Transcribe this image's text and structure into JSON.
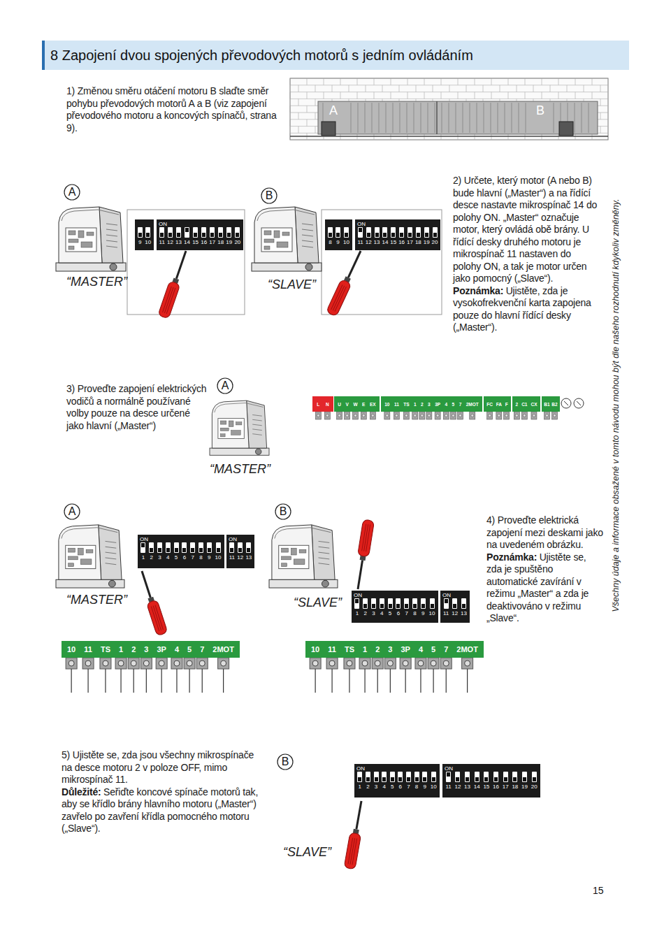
{
  "diagram": {
    "title": "8 Zapojení dvou spojených převodových motorů s jedním ovládáním",
    "nodes": [
      {
        "text": [
          "A"
        ]
      },
      {
        "text": [
          "9",
          "10"
        ]
      },
      {
        "text": [
          "ON",
          "11",
          "12",
          "13",
          "14",
          "15",
          "16",
          "17",
          "18",
          "19",
          "20"
        ]
      },
      {
        "text": [
          "B"
        ]
      },
      {
        "text": [
          "8",
          "9",
          "10"
        ]
      },
      {
        "text": [
          "ON",
          "11",
          "12",
          "13",
          "14",
          "15",
          "16",
          "17",
          "18",
          "19",
          "20"
        ]
      },
      {
        "text": [
          "A"
        ]
      },
      {
        "text": [
          "L",
          "N"
        ]
      },
      {
        "text": [
          "U",
          "V",
          "W",
          "E",
          "EX"
        ]
      },
      {
        "text": [
          "10",
          "11",
          "TS",
          "1",
          "2",
          "3",
          "3P",
          "4",
          "5",
          "7",
          "2MOT"
        ]
      },
      {
        "text": [
          "FC",
          "FA",
          "F"
        ]
      },
      {
        "text": [
          "2",
          "C1",
          "CX"
        ]
      },
      {
        "text": [
          "B1",
          "B2"
        ]
      },
      {
        "text": [
          "A"
        ]
      },
      {
        "text": [
          "ON",
          "1",
          "2",
          "3",
          "4",
          "5",
          "6",
          "7",
          "8",
          "9",
          "10"
        ]
      },
      {
        "text": [
          "ON",
          "11",
          "12",
          "13"
        ]
      },
      {
        "text": [
          "B"
        ]
      },
      {
        "text": [
          "ON",
          "1",
          "2",
          "3",
          "4",
          "5",
          "6",
          "7",
          "8",
          "9",
          "10"
        ]
      },
      {
        "text": [
          "ON",
          "11",
          "12",
          "13"
        ]
      },
      {
        "text": [
          "10",
          "11",
          "TS",
          "1",
          "2",
          "3",
          "3P",
          "4",
          "5",
          "7",
          "2MOT"
        ]
      },
      {
        "text": [
          "10",
          "11",
          "TS",
          "1",
          "2",
          "3",
          "3P",
          "4",
          "5",
          "7",
          "2MOT"
        ]
      },
      {
        "text": [
          "B"
        ]
      },
      {
        "text": [
          "ON",
          "1",
          "2",
          "3",
          "4",
          "5",
          "6",
          "7",
          "8",
          "9",
          "10"
        ]
      },
      {
        "text": [
          "ON",
          "11",
          "12",
          "13",
          "14",
          "15",
          "16",
          "17",
          "18",
          "19",
          "20"
        ]
      }
    ],
    "labels": [
      "1) Změnou směru otáčení motoru B slaďte směr pohybu převodových motorů A a B (viz zapojení převodového motoru a koncových spínačů, strana 9).",
      "A",
      "B",
      "“MASTER”",
      "“SLAVE”",
      "2) Určete, který motor (A nebo B) bude hlavní („Master“) a na řídící desce nastavte mikrospínač 14 do polohy ON. „Master“ označuje motor, který ovládá obě brány. U řídící desky druhého motoru je mikrospínač 11 nastaven do polohy ON, a tak je motor určen jako pomocný („Slave“).",
      "Poznámka:",
      "Ujistěte, zda je vysokofrekvenční karta zapojena pouze do hlavní řídící desky („Master“).",
      "3) Proveďte zapojení elektrických vodičů a normálně používané volby pouze na desce určené jako hlavní („Master“)",
      "“MASTER”",
      "“MASTER”",
      "“SLAVE”",
      "4) Proveďte elektrická zapojení mezi deskami jako na uvedeném obrázku.",
      "Poznámka:",
      "Ujistěte se, zda je spuštěno automatické zavírání v režimu „Master“ a zda je deaktivováno v režimu „Slave“.",
      "5) Ujistěte se, zda jsou všechny mikrospínače na desce motoru 2 v poloze OFF, mimo mikrospínač 11.",
      "Důležité:",
      "Seřiďte koncové spínače motorů tak, aby se křídlo brány hlavního motoru („Master“) zavřelo po zavření křídla pomocného motoru („Slave“).",
      "“SLAVE”",
      "Všechny údaje a informace obsažené v tomto návodu mohou být dle našeho rozhodnutí kdykoliv změněny.",
      "15"
    ]
  }
}
